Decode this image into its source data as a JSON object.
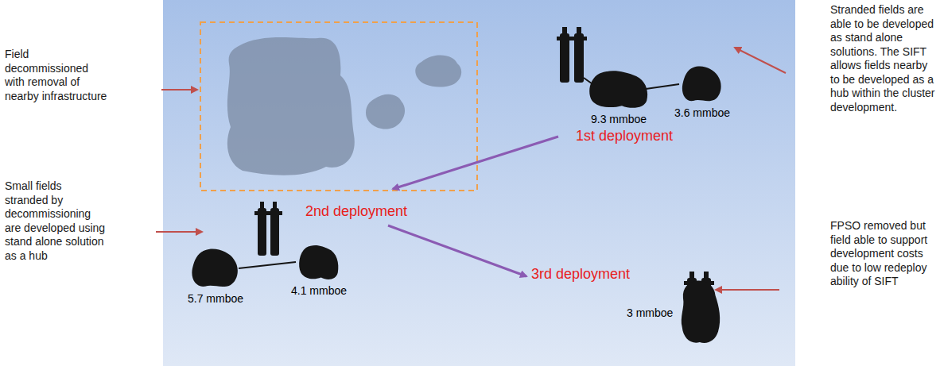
{
  "diagram": {
    "nodes": [
      {
        "text": [
          "9.3 mmboe"
        ]
      },
      {
        "text": [
          "3.6 mmboe"
        ]
      },
      {
        "text": [
          "5.7 mmboe"
        ]
      },
      {
        "text": [
          "4.1 mmboe"
        ]
      },
      {
        "text": [
          "3 mmboe"
        ]
      }
    ],
    "edges": [
      {
        "from": 0,
        "to": 1,
        "arrow": "none"
      },
      {
        "from": 2,
        "to": 3,
        "arrow": "none"
      }
    ],
    "labels": [
      "Field decommissioned with removal of nearby infrastructure",
      "Small fields stranded by decommissioning are developed using stand alone solution as a hub",
      "Stranded fields are able to be developed as stand alone solutions. The SIFT allows fields nearby to be developed as a hub within the cluster development.",
      "FPSO removed but field able to support development costs due to low redeploy ability of SIFT",
      "1st deployment",
      "2nd deployment",
      "3rd deployment"
    ]
  }
}
